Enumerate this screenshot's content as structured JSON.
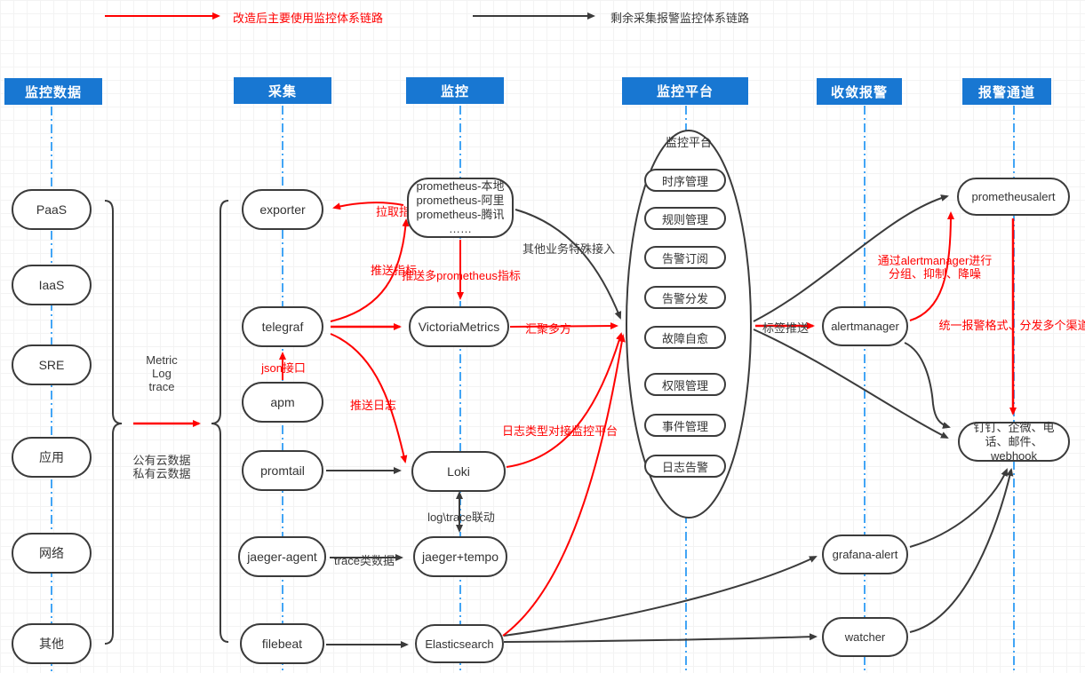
{
  "legend": {
    "red_label": "改造后主要使用监控体系链路",
    "black_label": "剩余采集报警监控体系链路"
  },
  "columns": {
    "data": "监控数据",
    "collection": "采集",
    "monitoring": "监控",
    "platform": "监控平台",
    "convergence": "收敛报警",
    "channel": "报警通道"
  },
  "sources": {
    "paas": "PaaS",
    "iaas": "IaaS",
    "sre": "SRE",
    "app": "应用",
    "network": "网络",
    "other": "其他"
  },
  "brace_labels": {
    "metric_log_trace": "Metric\nLog\ntrace",
    "cloud_data": "公有云数据\n私有云数据"
  },
  "collectors": {
    "exporter": "exporter",
    "telegraf": "telegraf",
    "apm": "apm",
    "promtail": "promtail",
    "jaeger_agent": "jaeger-agent",
    "filebeat": "filebeat"
  },
  "monitors": {
    "prometheus": {
      "lines": [
        "prometheus-本地",
        "prometheus-阿里",
        "prometheus-腾讯",
        "……"
      ]
    },
    "victoriametrics": "VictoriaMetrics",
    "loki": "Loki",
    "jaeger_tempo": "jaeger+tempo",
    "elasticsearch": "Elasticsearch"
  },
  "platform": {
    "title": "监控平台",
    "items": [
      "时序管理",
      "规则管理",
      "告警订阅",
      "告警分发",
      "故障自愈",
      "权限管理",
      "事件管理",
      "日志告警"
    ]
  },
  "convergence": {
    "alertmanager": "alertmanager",
    "grafana_alert": "grafana-alert",
    "watcher": "watcher"
  },
  "channels": {
    "prometheusalert": "prometheusalert",
    "targets": "钉钉、企微、电话、邮件、webhook"
  },
  "edge_labels": {
    "pull_metrics": "拉取指标",
    "push_metrics": "推送指标",
    "push_multi_prom": "推送多prometheus指标",
    "other_access": "其他业务特殊接入",
    "json_api": "json接口",
    "push_logs": "推送日志",
    "aggregate": "汇聚多方",
    "log_platform": "日志类型对接监控平台",
    "log_trace_link": "log\\trace联动",
    "trace_data": "trace类数据",
    "label_push": "标签推送",
    "via_alertmanager": "通过alertmanager进行\n分组、抑制、降噪",
    "unified": "统一报警格式、分发多个渠道"
  },
  "colors": {
    "accent_red": "#ff0000",
    "line_black": "#3b3b3b",
    "header_blue": "#1877d2",
    "guide_blue": "#42a5f5"
  }
}
